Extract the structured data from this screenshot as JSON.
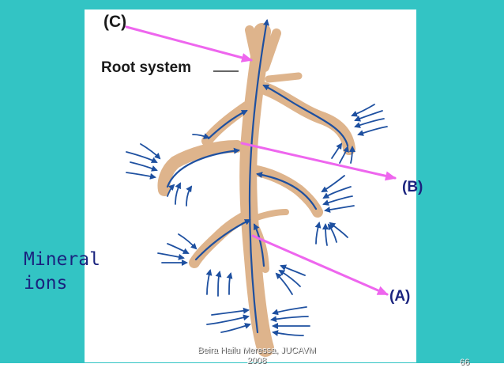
{
  "labels": {
    "c": "(C)",
    "root_system": "Root system",
    "b": "(B)",
    "a": "(A)",
    "mineral_line1": "Mineral",
    "mineral_line2": "ions"
  },
  "footer": {
    "author_line1": "Beira Hailu Meressa, JUCAVM",
    "author_line2": "2008",
    "page_number": "66"
  },
  "colors": {
    "background": "#33c4c4",
    "root": "#deb48c",
    "flow_arrow": "#1e50a0",
    "pointer_arrow": "#ee66ee",
    "label_text": "#1a237e"
  }
}
